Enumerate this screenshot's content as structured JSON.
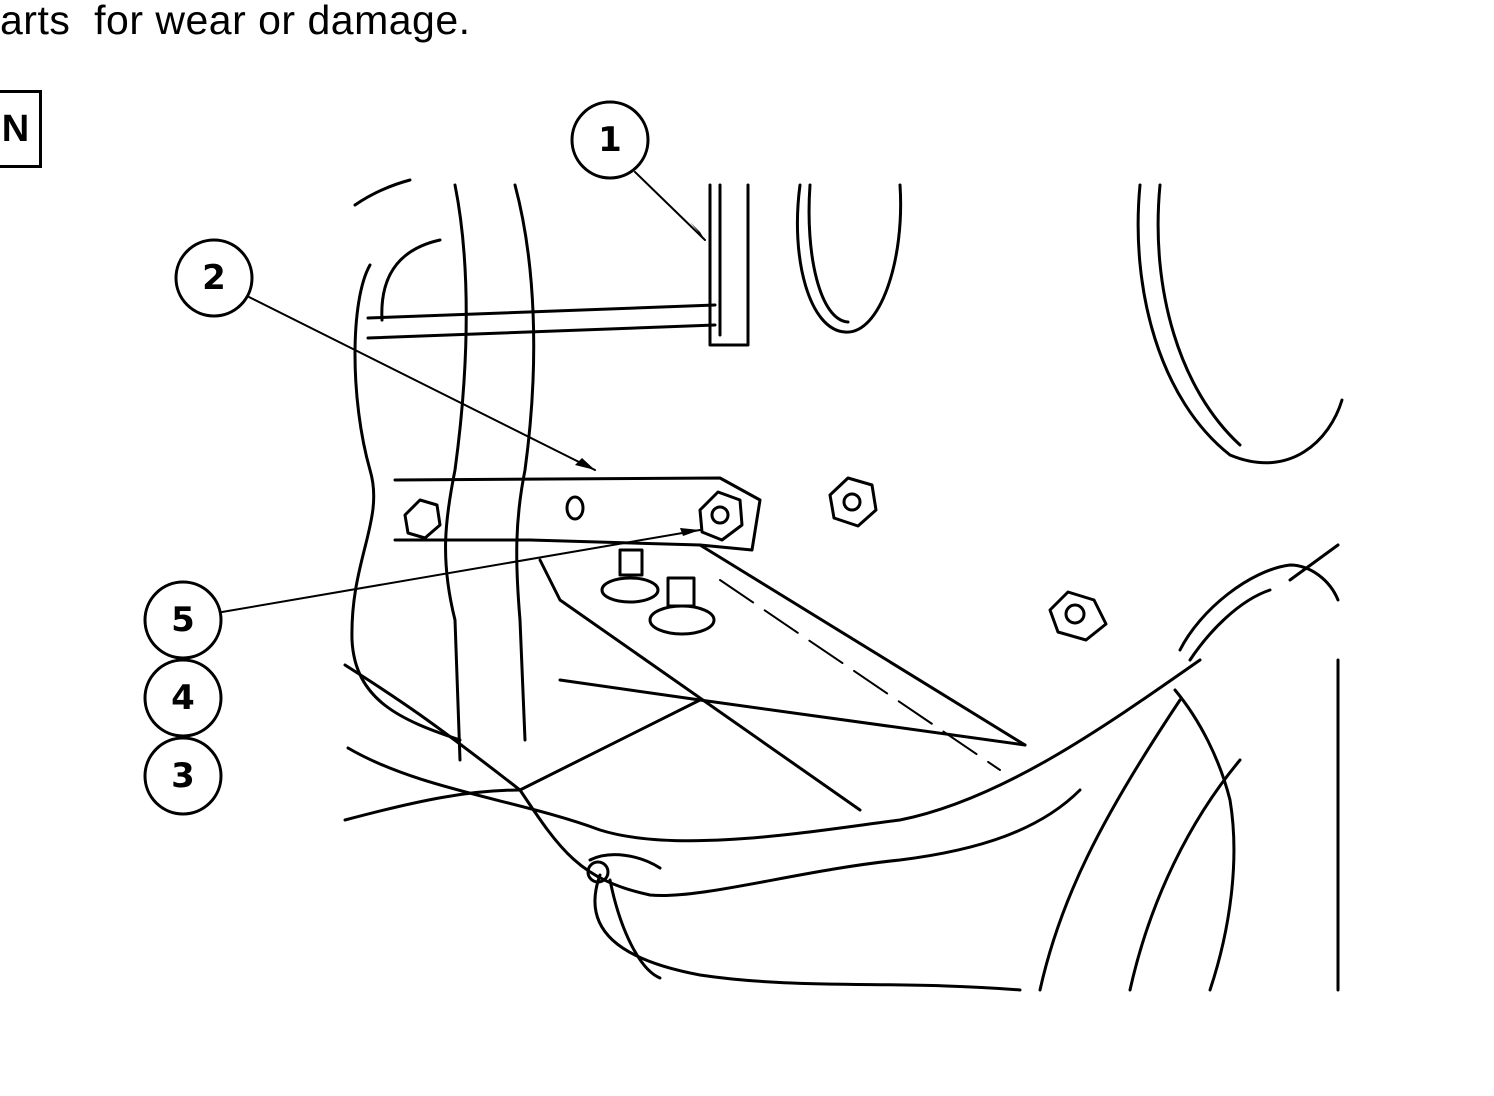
{
  "caption": "arts  for wear or damage.",
  "view_label": "N",
  "callouts": [
    {
      "id": "1",
      "label": "1"
    },
    {
      "id": "2",
      "label": "2"
    },
    {
      "id": "5",
      "label": "5"
    },
    {
      "id": "4",
      "label": "4"
    },
    {
      "id": "3",
      "label": "3"
    }
  ]
}
